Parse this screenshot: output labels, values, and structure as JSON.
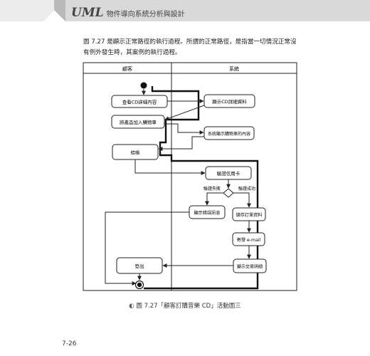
{
  "header": {
    "logo_text": "UML",
    "title": "物件導向系統分析與設計"
  },
  "intro": {
    "line1": "圖 7.27 是顯示正常路徑的執行過程。所謂的正常路徑，是指當一切情況正常沒",
    "line2": "有例外發生時，其案例的執行過程。"
  },
  "diagram": {
    "lanes": {
      "customer": "顧客",
      "system": "系統"
    },
    "actions": {
      "view_cd": "查看CD詳細內容",
      "show_cd": "顯示CD詳細資料",
      "add_cart": "將產品加入購物車",
      "show_cart": "系統顯示購物車的內容",
      "checkout": "結帳",
      "verify_card": "驗證信用卡",
      "show_error": "顯示錯誤訊息",
      "save_order": "儲存訂單資料",
      "send_email": "寄發 e-mail",
      "show_result": "顯示交易明細",
      "logout": "登出"
    },
    "guards": {
      "fail": "驗證失敗",
      "success": "驗證成功"
    }
  },
  "caption": {
    "text": "圖 7.27「顧客訂購音樂 CD」活動圖三"
  },
  "page_number": "7-26"
}
